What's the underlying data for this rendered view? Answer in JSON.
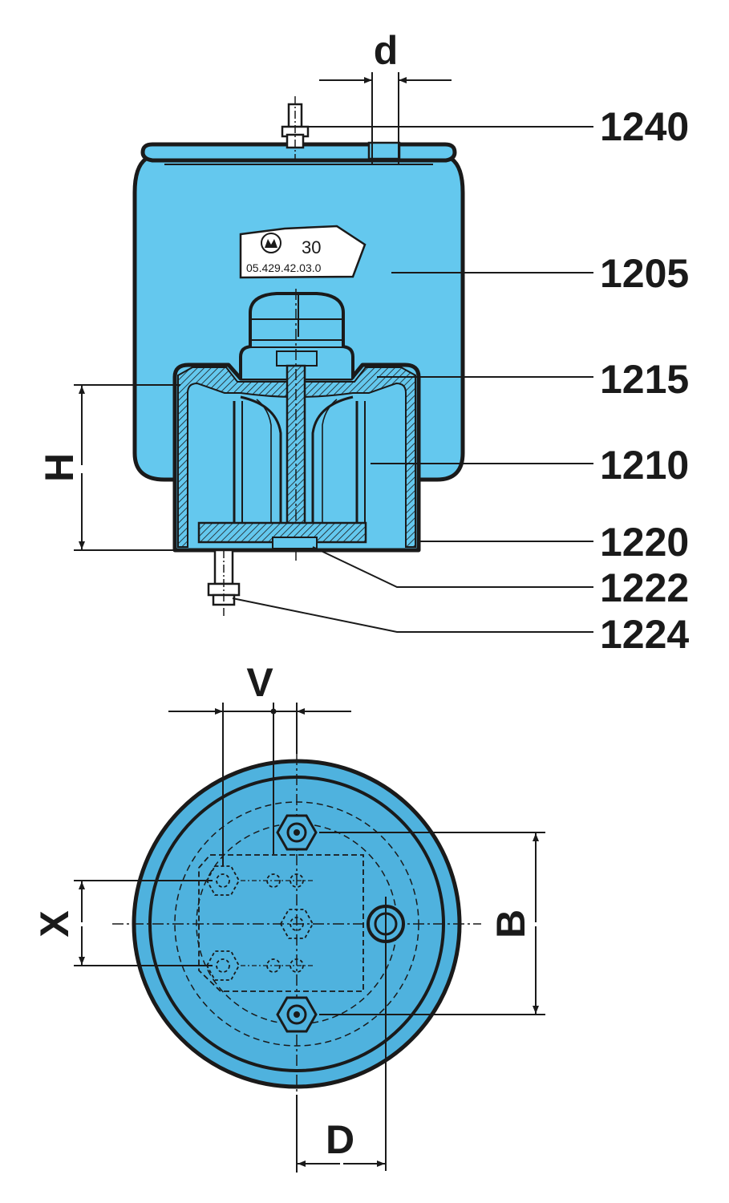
{
  "colors": {
    "body_fill": "#64c8ee",
    "bottom_fill": "#4fb2de",
    "line": "#1a1a1a",
    "background": "#ffffff"
  },
  "side_view": {
    "dimension_labels": {
      "d": "d",
      "H": "H"
    },
    "part_callouts": [
      "1240",
      "1205",
      "1215",
      "1210",
      "1220",
      "1222",
      "1224"
    ],
    "tag": {
      "number": "30",
      "part_no": "05.429.42.03.0",
      "logo": "manufacturer-logo"
    }
  },
  "bottom_view": {
    "dimension_labels": {
      "V": "V",
      "X": "X",
      "B": "B",
      "D": "D"
    }
  }
}
